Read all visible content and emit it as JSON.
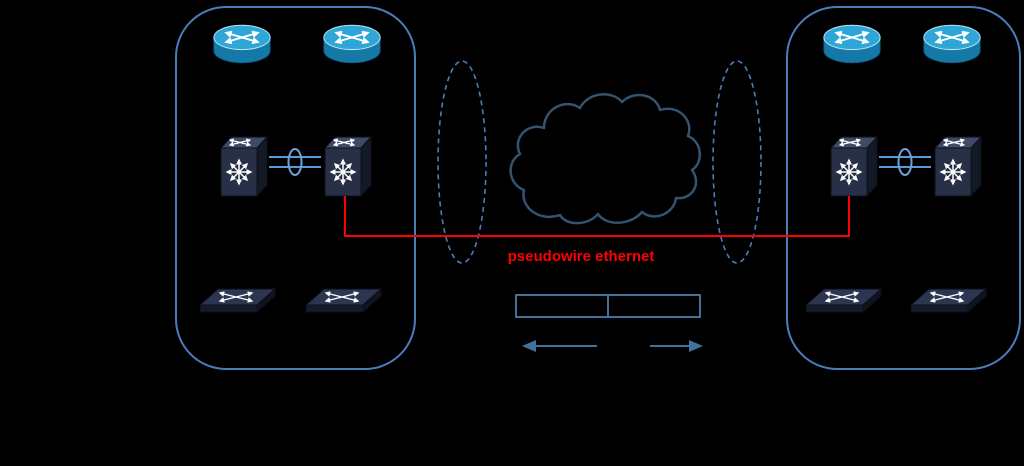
{
  "diagram": {
    "labels": {
      "pseudowire": "pseudowire ethernet"
    },
    "colors": {
      "background": "#000000",
      "site_border": "#4a7ebb",
      "cloud_outline": "#33536f",
      "pseudowire_red": "#ff0000",
      "link_blue": "#41719c",
      "peer_ellipse": "#6aa5e0",
      "dashed_ellipse": "#4a7ebb",
      "router_top": "#2fa6d8",
      "router_body": "#1579a8",
      "nexus_front": "#273046",
      "nexus_top": "#3e4a66",
      "switch_top": "#2c3650",
      "icon_arrow": "#ffffff"
    },
    "icons": {
      "router": "cisco-router-icon",
      "distribution_switch": "nexus-switch-icon",
      "access_switch": "l2-switch-icon",
      "wan": "cloud-shape",
      "peer_link": "port-channel-ellipse"
    }
  }
}
